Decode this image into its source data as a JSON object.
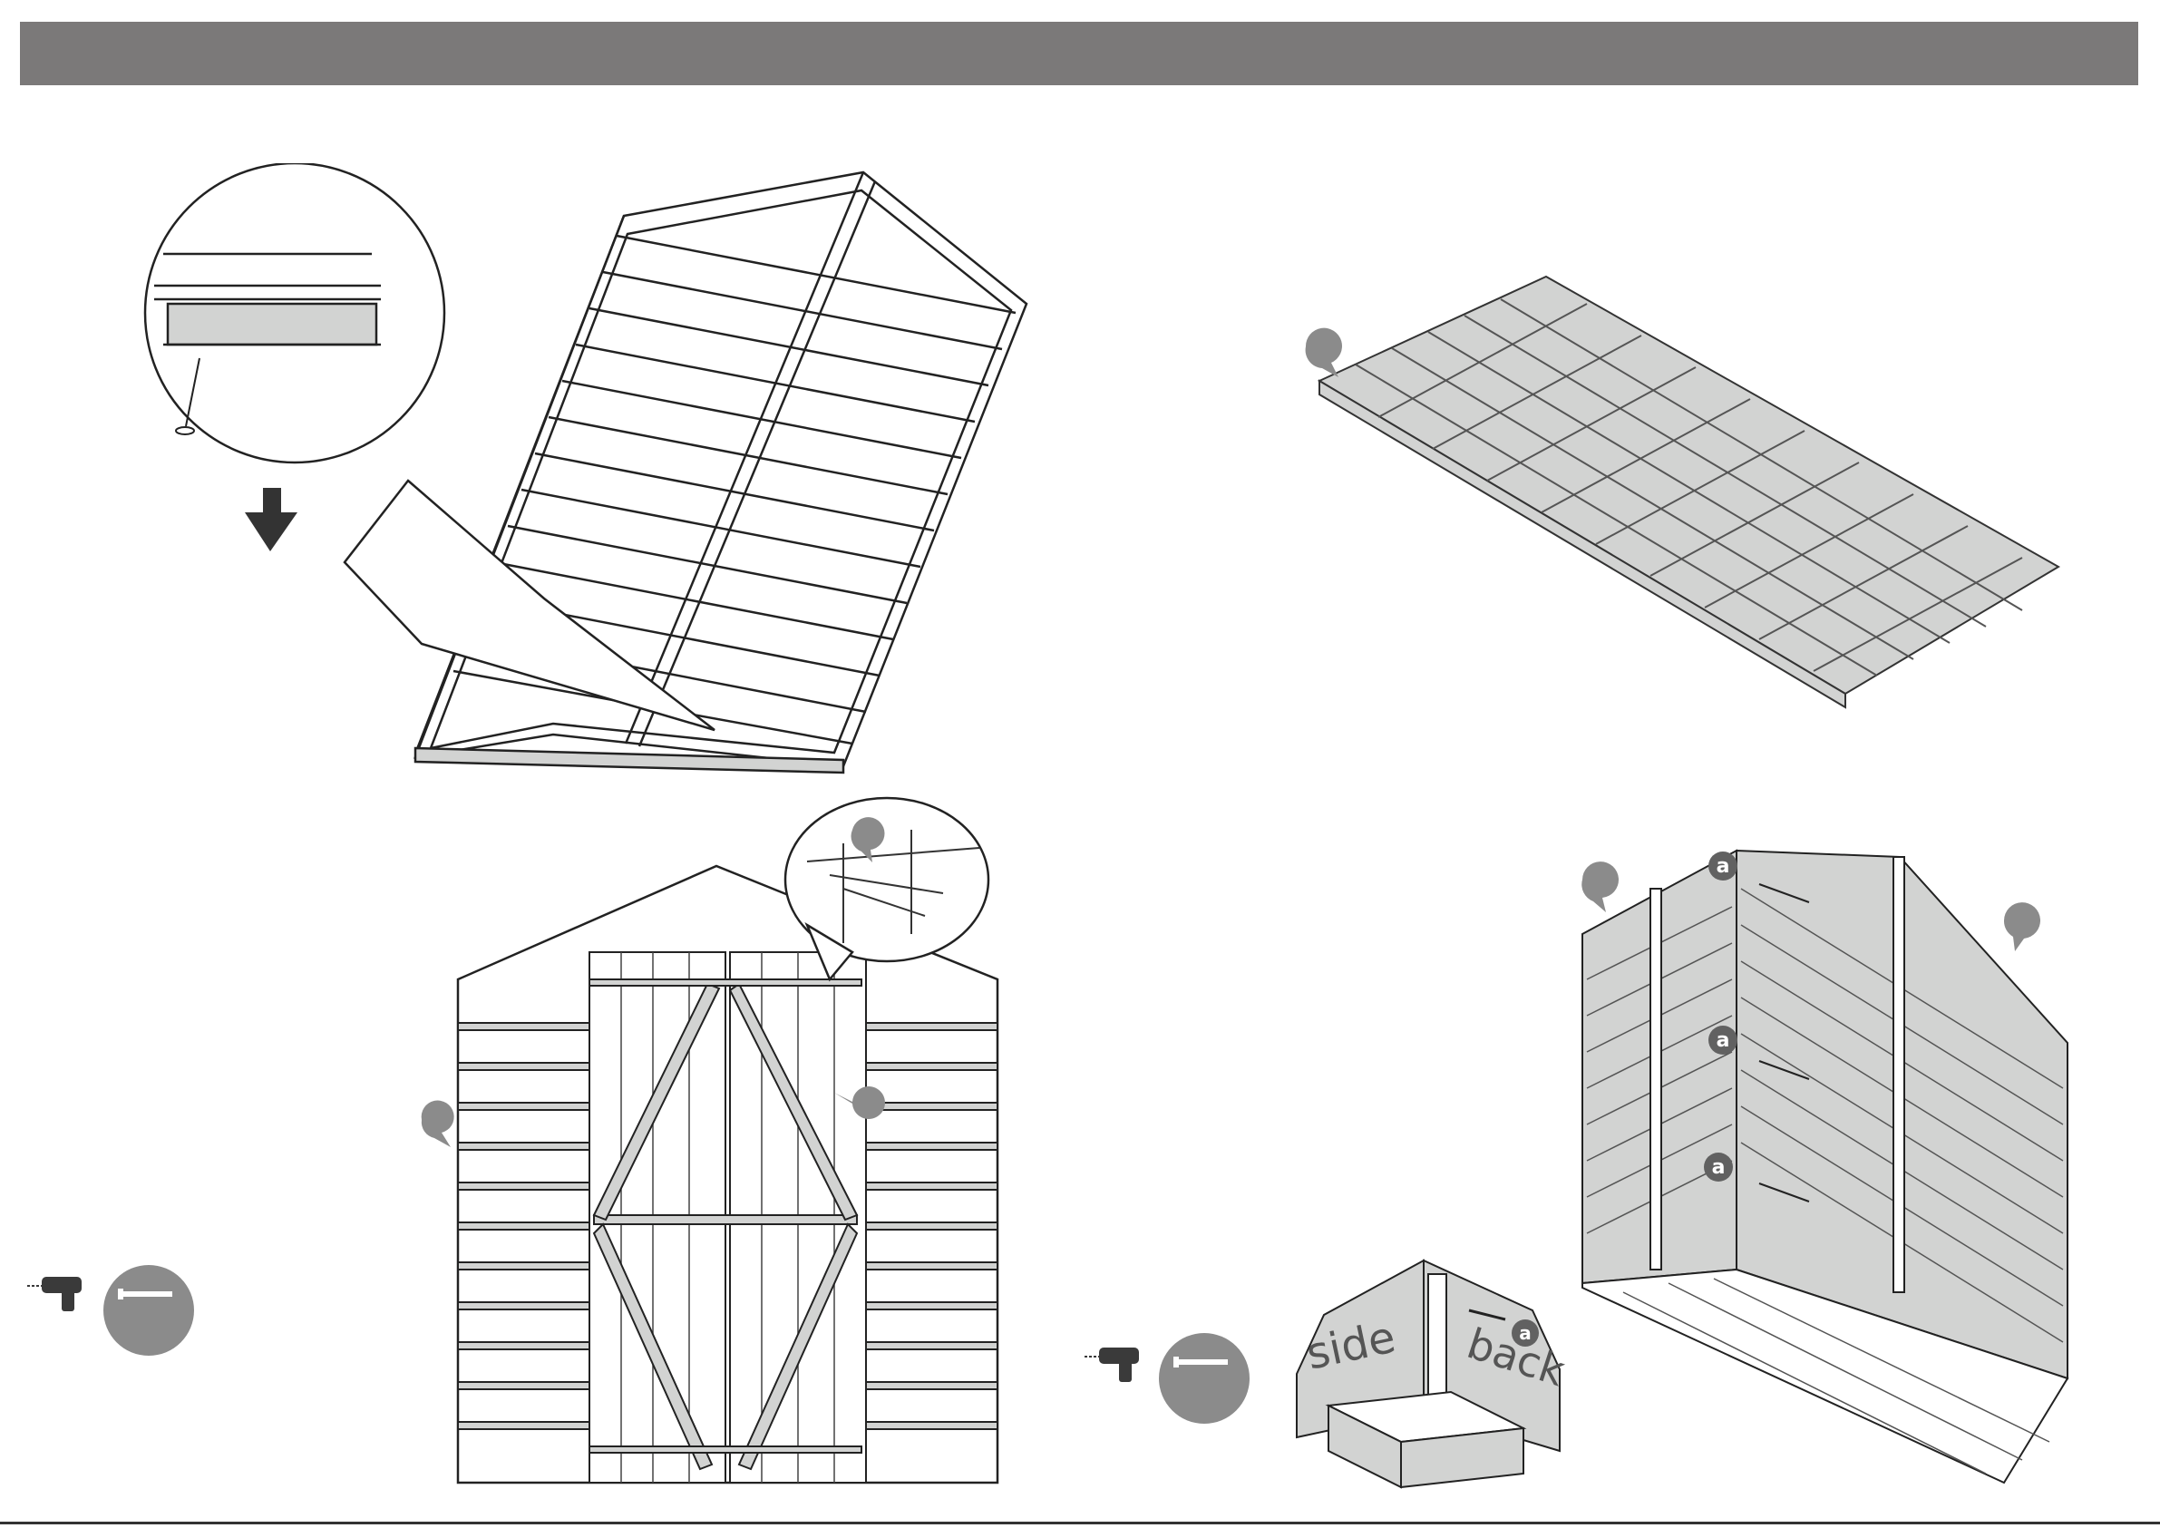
{
  "header": {
    "text": ""
  },
  "callouts": {
    "screw_label": "a"
  },
  "corner_detail": {
    "side_label": "side",
    "back_label": "back"
  },
  "icons": {
    "drill": "drill-icon",
    "screw": "screw-icon",
    "nail": "nail-icon",
    "arrow": "arrow-down-icon"
  },
  "colors": {
    "header": "#7b7979",
    "panel_fill": "#d2d3d2",
    "badge": "#8b8b8b",
    "badge_dark": "#616161"
  }
}
